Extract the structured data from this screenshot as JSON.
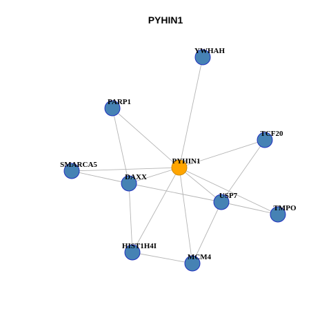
{
  "title": "PYHIN1",
  "colors": {
    "hub_fill": "#FFA500",
    "hub_stroke": "#D08A00",
    "node_fill": "#4682B4",
    "node_stroke": "#1f2fbf",
    "edge": "#b4b4b4"
  },
  "nodes": [
    {
      "id": "PYHIN1",
      "hub": true
    },
    {
      "id": "YWHAH"
    },
    {
      "id": "PARP1"
    },
    {
      "id": "TCF20"
    },
    {
      "id": "SMARCA5"
    },
    {
      "id": "DAXX"
    },
    {
      "id": "USP7"
    },
    {
      "id": "TMPO"
    },
    {
      "id": "HIST1H4I"
    },
    {
      "id": "MCM4"
    }
  ],
  "edges": [
    [
      "PYHIN1",
      "YWHAH"
    ],
    [
      "PYHIN1",
      "PARP1"
    ],
    [
      "PYHIN1",
      "TCF20"
    ],
    [
      "PYHIN1",
      "SMARCA5"
    ],
    [
      "PYHIN1",
      "DAXX"
    ],
    [
      "PYHIN1",
      "USP7"
    ],
    [
      "PYHIN1",
      "TMPO"
    ],
    [
      "PYHIN1",
      "HIST1H4I"
    ],
    [
      "PYHIN1",
      "MCM4"
    ],
    [
      "PARP1",
      "DAXX"
    ],
    [
      "SMARCA5",
      "DAXX"
    ],
    [
      "DAXX",
      "USP7"
    ],
    [
      "DAXX",
      "HIST1H4I"
    ],
    [
      "USP7",
      "TCF20"
    ],
    [
      "USP7",
      "TMPO"
    ],
    [
      "USP7",
      "MCM4"
    ],
    [
      "HIST1H4I",
      "MCM4"
    ]
  ]
}
